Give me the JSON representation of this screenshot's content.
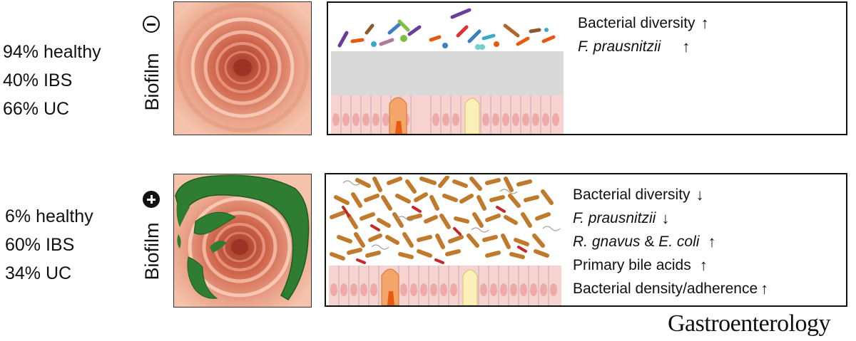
{
  "groups": [
    {
      "id": "biofilm-negative",
      "stats": [
        "94% healthy",
        "40% IBS",
        "66% UC"
      ],
      "biofilm_label": "Biofilm",
      "sign": "minus",
      "findings": [
        {
          "text": "Bacterial diversity",
          "italic": false,
          "arrow": "↑"
        },
        {
          "text": "F. prausnitzii",
          "italic": true,
          "arrow": "↑"
        }
      ]
    },
    {
      "id": "biofilm-positive",
      "stats": [
        "6% healthy",
        "60% IBS",
        "34% UC"
      ],
      "biofilm_label": "Biofilm",
      "sign": "plus",
      "findings": [
        {
          "text": "Bacterial diversity",
          "italic": false,
          "arrow": "↓"
        },
        {
          "text": "F. prausnitzii",
          "italic": true,
          "arrow": "↓"
        },
        {
          "parts": [
            {
              "text": "R. gnavus",
              "italic": true
            },
            {
              "text": " & ",
              "italic": false
            },
            {
              "text": "E. coli",
              "italic": true
            }
          ],
          "arrow": "↑"
        },
        {
          "text": "Primary bile acids",
          "italic": false,
          "arrow": "↑"
        },
        {
          "text": "Bacterial density/adherence",
          "italic": false,
          "arrow": "↑"
        }
      ]
    }
  ],
  "journal": "Gastroenterology",
  "colors": {
    "mucosa": "#f2b8a0",
    "lumen": "#c2553f",
    "biofilm": "#2e7d32",
    "mucus": "#d9d9d9",
    "epithelium": "#f7d3cf",
    "nucleus": "#eeaaa6",
    "rod_bacteria": "#c07a2c"
  }
}
